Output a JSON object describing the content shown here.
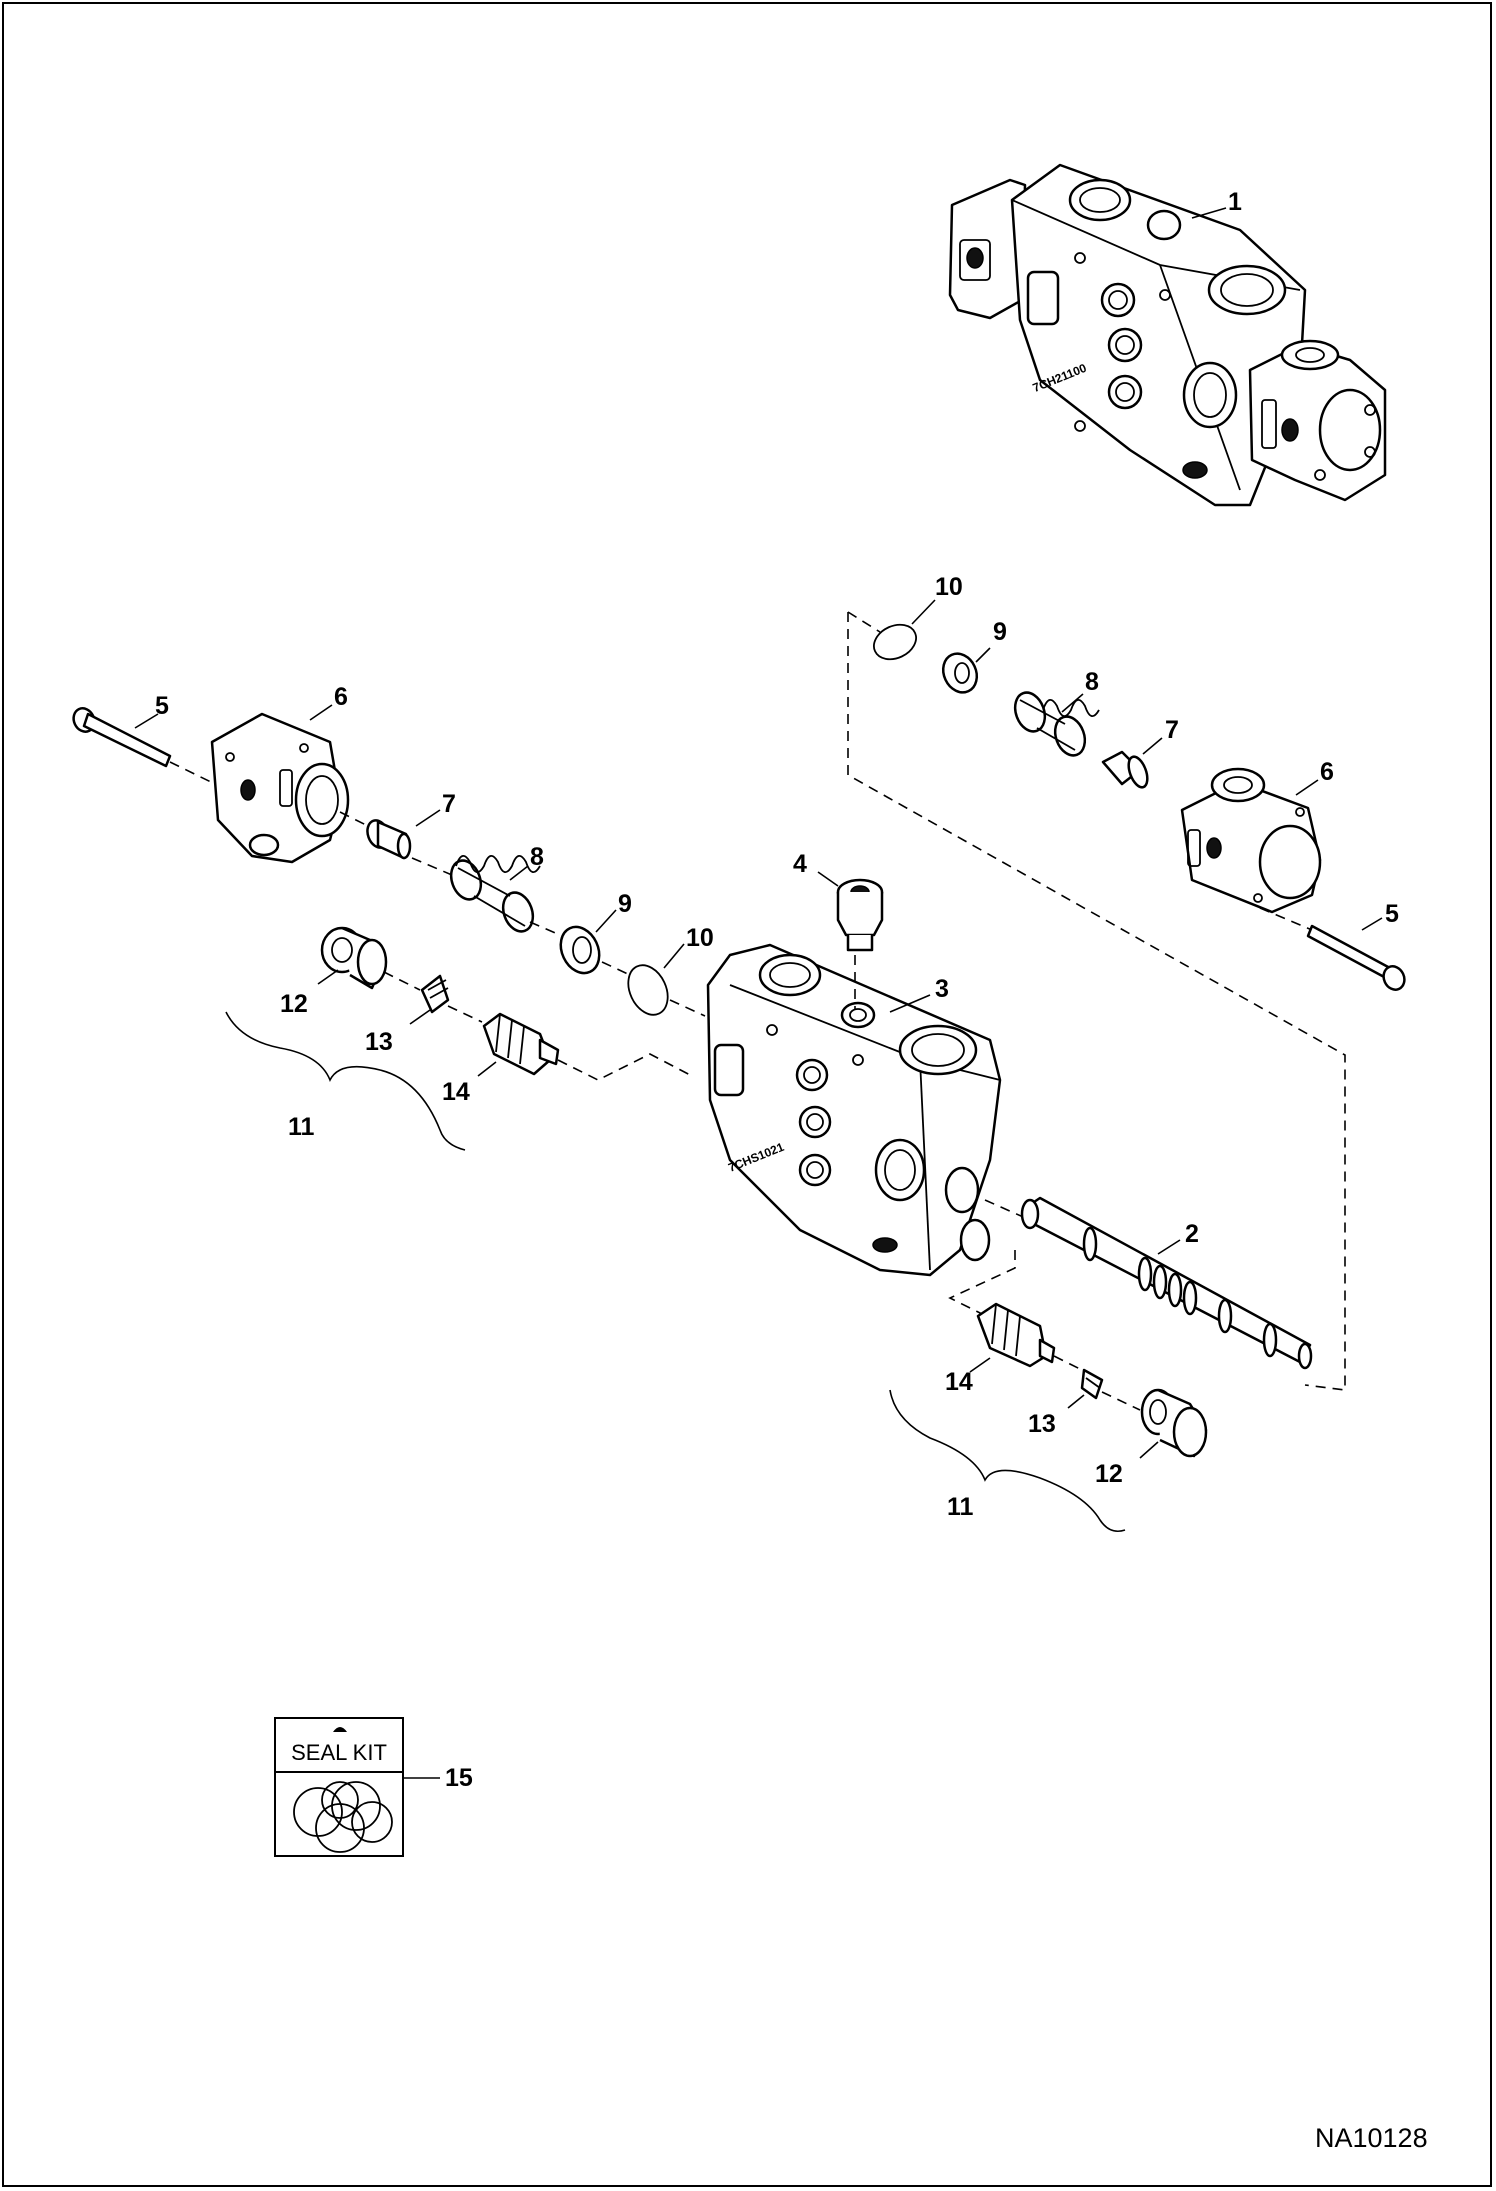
{
  "figure_id": "NA10128",
  "seal_kit_label": "SEAL KIT",
  "callouts": {
    "c1": "1",
    "c2": "2",
    "c3": "3",
    "c4": "4",
    "c5_left": "5",
    "c5_right": "5",
    "c6_left": "6",
    "c6_right": "6",
    "c7_left": "7",
    "c7_right": "7",
    "c8_left": "8",
    "c8_right": "8",
    "c9_left": "9",
    "c9_right": "9",
    "c10_left": "10",
    "c10_right": "10",
    "c11_left": "11",
    "c11_right": "11",
    "c12_left": "12",
    "c12_right": "12",
    "c13_left": "13",
    "c13_right": "13",
    "c14_left": "14",
    "c14_right": "14",
    "c15": "15"
  },
  "valve_stamps": {
    "assembled": "7CH21100",
    "section": "7CHS1021"
  }
}
